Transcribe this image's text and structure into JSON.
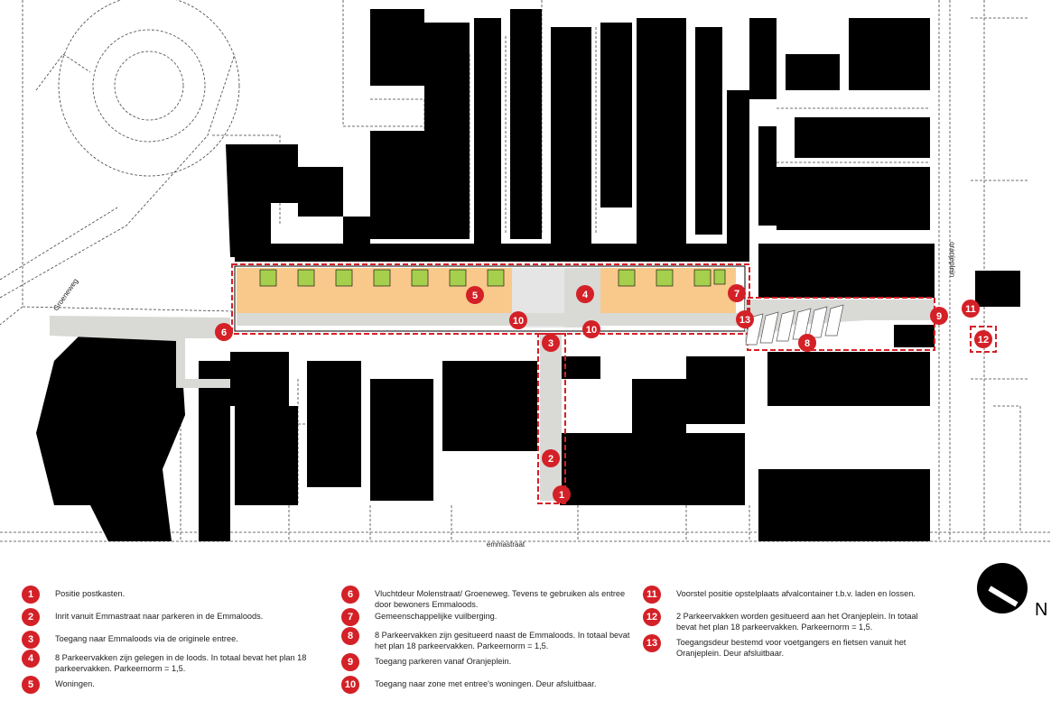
{
  "streets": {
    "groeneweg": "Groeneweg",
    "emmastraat": "emmastraat",
    "oranjeplein": "oranjeplein"
  },
  "markers": [
    "1",
    "2",
    "3",
    "4",
    "5",
    "6",
    "7",
    "8",
    "9",
    "10",
    "10",
    "11",
    "12",
    "13"
  ],
  "legend": [
    {
      "num": "1",
      "text": "Positie postkasten."
    },
    {
      "num": "2",
      "text": "Inrit vanuit Emmastraat naar parkeren in de Emmaloods."
    },
    {
      "num": "3",
      "text": "Toegang naar Emmaloods via de originele entree."
    },
    {
      "num": "4",
      "text": "8 Parkeervakken zijn gelegen in de loods. In totaal bevat het plan 18 parkeervakken. Parkeernorm = 1,5."
    },
    {
      "num": "5",
      "text": "Woningen."
    },
    {
      "num": "6",
      "text": "Vluchtdeur Molenstraat/ Groeneweg. Tevens te gebruiken als entree door bewoners Emmaloods."
    },
    {
      "num": "7",
      "text": "Gemeenschappelijke vuilberging."
    },
    {
      "num": "8",
      "text": "8 Parkeervakken zijn gesitueerd naast de Emmaloods. In totaal bevat het plan 18 parkeervakken. Parkeernorm = 1,5."
    },
    {
      "num": "9",
      "text": "Toegang parkeren vanaf Oranjeplein."
    },
    {
      "num": "10",
      "text": "Toegang naar zone met entree's woningen. Deur afsluitbaar."
    },
    {
      "num": "11",
      "text": "Voorstel positie opstelplaats afvalcontainer t.b.v. laden en lossen."
    },
    {
      "num": "12",
      "text": "2 Parkeervakken worden gesitueerd aan het Oranjeplein. In totaal bevat het plan 18 parkeervakken. Parkeernorm = 1,5."
    },
    {
      "num": "13",
      "text": "Toegangsdeur bestemd voor voetgangers en fietsen vanuit het Oranjeplein. Deur afsluitbaar."
    }
  ],
  "north_label": "N",
  "colors": {
    "marker": "#d42027",
    "buildings": "#000000",
    "dwellings": "#f9c98c",
    "paths": "#d9d9d6",
    "gardens": "#a5cf4d"
  }
}
